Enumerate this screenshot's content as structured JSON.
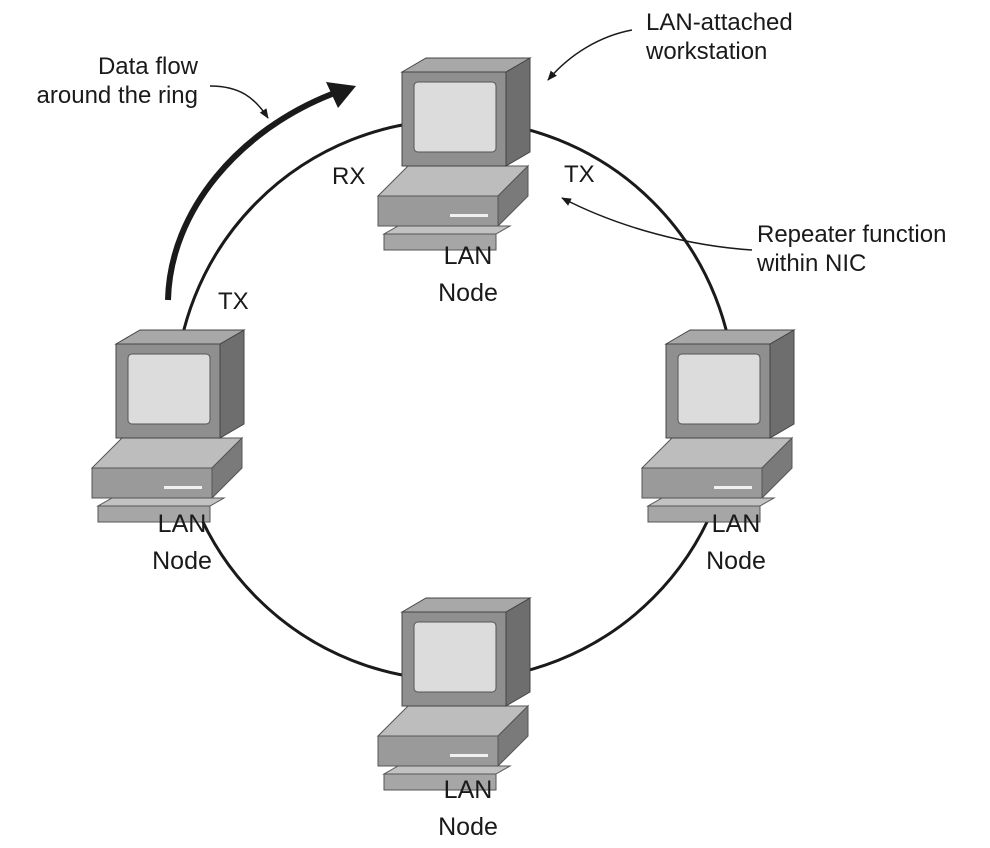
{
  "callouts": {
    "data_flow": "Data flow\naround the ring",
    "workstation": "LAN-attached\nworkstation",
    "repeater": "Repeater function\nwithin NIC"
  },
  "ports": {
    "top_rx": "RX",
    "top_tx": "TX",
    "left_tx": "TX"
  },
  "nodes": [
    {
      "id": "top",
      "label": "LAN\nNode"
    },
    {
      "id": "left",
      "label": "LAN\nNode"
    },
    {
      "id": "right",
      "label": "LAN\nNode"
    },
    {
      "id": "bottom",
      "label": "LAN\nNode"
    }
  ],
  "colors": {
    "monitor_body": "#8f8f8f",
    "monitor_side": "#6e6e6e",
    "screen": "#dcdcdc",
    "ring": "#1a1a1a"
  }
}
